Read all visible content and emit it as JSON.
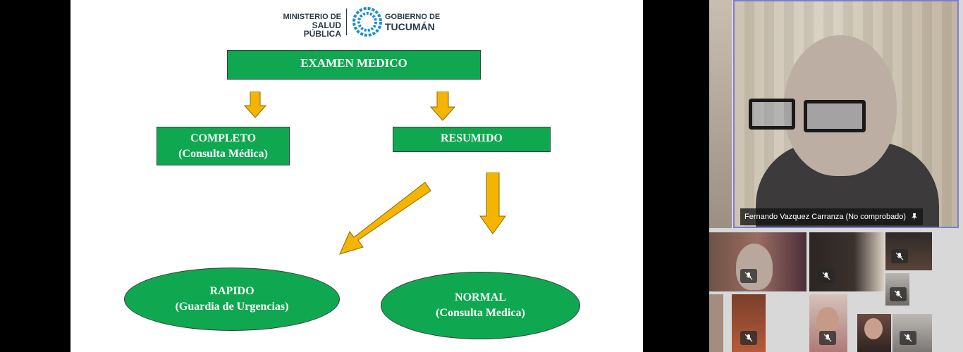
{
  "logo": {
    "left_line1": "MINISTERIO DE",
    "left_line2": "SALUD PÚBLICA",
    "right_line1": "GOBIERNO DE",
    "right_line2": "TUCUMÁN"
  },
  "diagram": {
    "top": "EXAMEN MEDICO",
    "completo_line1": "COMPLETO",
    "completo_line2": "(Consulta Médica)",
    "resumido": "RESUMIDO",
    "rapido_line1": "RAPIDO",
    "rapido_line2": "(Guardia de Urgencias)",
    "normal_line1": "NORMAL",
    "normal_line2": "(Consulta Medica)"
  },
  "colors": {
    "box_green": "#0fa850",
    "arrow_gold": "#f5b400",
    "pinned_border": "#7b7fd0"
  },
  "main_participant": {
    "name": "Fernando Vazquez Carranza (No comprobado)",
    "pin_icon": "pin-icon"
  }
}
